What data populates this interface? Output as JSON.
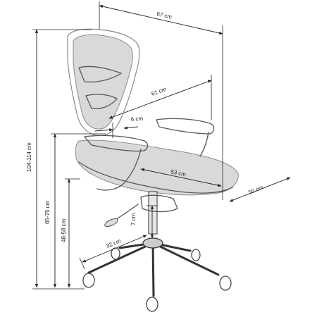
{
  "dimensions": {
    "width_total": "67 cm",
    "seat_width": "61 cm",
    "seat_depth": "53 cm",
    "total_depth": "50 cm",
    "armrest_gap": "6 cm",
    "height_adjust": "7 cm",
    "base_radius": "32 cm",
    "total_height": "104-114 cm",
    "armrest_height": "65-75 cm",
    "seat_height": "48-58 cm"
  }
}
